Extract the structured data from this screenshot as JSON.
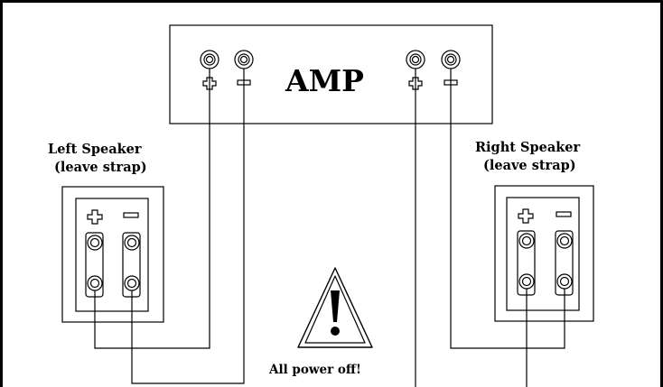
{
  "amp": {
    "label": "AMP",
    "terminals": [
      {
        "polarity": "+",
        "icon": "plus-icon"
      },
      {
        "polarity": "-",
        "icon": "minus-icon"
      },
      {
        "polarity": "+",
        "icon": "plus-icon"
      },
      {
        "polarity": "-",
        "icon": "minus-icon"
      }
    ]
  },
  "left_speaker": {
    "title_line1": "Left Speaker",
    "title_line2": "(leave strap)"
  },
  "right_speaker": {
    "title_line1": "Right Speaker",
    "title_line2": "(leave strap)"
  },
  "warning": {
    "icon": "warning-triangle-icon",
    "text": "All power off!"
  },
  "colors": {
    "line": "#000000",
    "background": "#ffffff"
  }
}
